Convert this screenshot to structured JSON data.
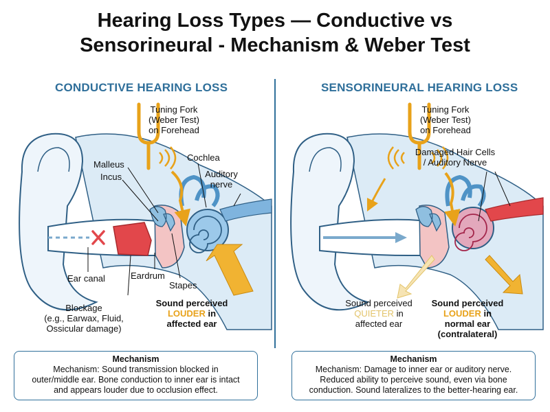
{
  "title": {
    "line1": "Hearing Loss Types — Conductive vs",
    "line2": "Sensorineural - Mechanism & Weber Test"
  },
  "conductive": {
    "heading": "CONDUCTIVE HEARING LOSS",
    "fork": [
      "Tuning Fork",
      "(Weber Test)",
      "on Forehead"
    ],
    "cochlea": "Cochlea",
    "auditory": [
      "Auditory",
      "nerve"
    ],
    "malleus": "Malleus",
    "incus": "Incus",
    "ear_canal": "Ear canal",
    "eardrum": "Eardrum",
    "stapes": "Stapes",
    "blockage": [
      "Blockage",
      "(e.g., Earwax, Fluid,",
      "Ossicular damage)"
    ],
    "perceived": {
      "l1": "Sound perceived",
      "l2": "LOUDER",
      "l2b": " in",
      "l3": "affected ear"
    },
    "box": {
      "title": "Mechanism",
      "lines": [
        "Mechanism: Sound transmission blocked in",
        "outer/middle ear. Bone conduction to inner ear is intact",
        "and appears louder due to occlusion effect."
      ]
    }
  },
  "sensorineural": {
    "heading": "SENSORINEURAL HEARING LOSS",
    "fork": [
      "Tuning Fork",
      "(Weber Test)",
      "on Forehead"
    ],
    "damaged": [
      "Damaged Hair Cells",
      "/ Auditory Nerve"
    ],
    "quieter": {
      "l1": "Sound perceived",
      "l2": "QUIETER",
      "l2b": " in",
      "l3": "affected ear"
    },
    "louder": {
      "l1": "Sound perceived",
      "l2": "LOUDER",
      "l2b": " in",
      "l3": "normal ear",
      "l4": "(contralateral)"
    },
    "box": {
      "title": "Mechanism",
      "lines": [
        "Mechanism: Damage to inner ear or auditory nerve.",
        "Reduced ability to perceive sound, even via bone",
        "conduction. Sound lateralizes to the better-hearing ear."
      ]
    }
  },
  "colors": {
    "accent": "#2f6f9a",
    "fork": "#e8a21a",
    "bone": "#d6e9f6",
    "blockage": "#e2474b"
  }
}
